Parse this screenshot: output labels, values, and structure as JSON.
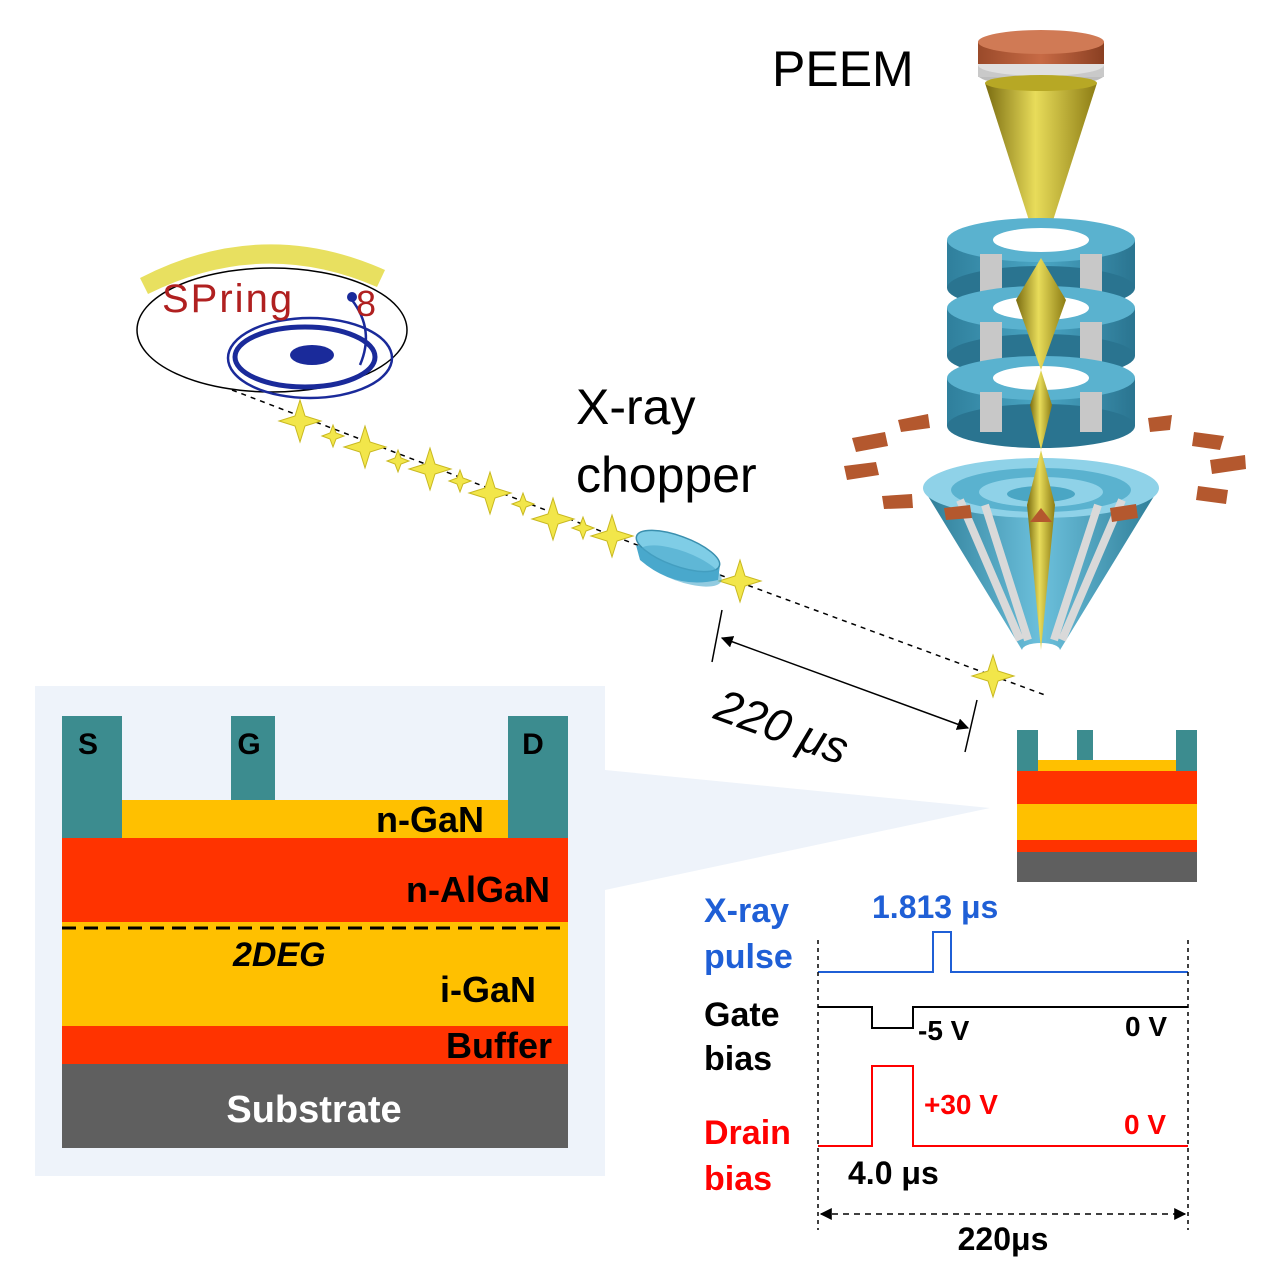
{
  "peem": {
    "label": "PEEM"
  },
  "xray_chopper": {
    "line1": "X-ray",
    "line2": "chopper"
  },
  "logo": {
    "text": "SPring",
    "number": "8"
  },
  "flight": {
    "distance": "220 μs"
  },
  "device": {
    "electrodes": {
      "source": "S",
      "gate": "G",
      "drain": "D"
    },
    "layers": {
      "n_gan": "n-GaN",
      "n_algan": "n-AlGaN",
      "two_deg": "2DEG",
      "i_gan": "i-GaN",
      "buffer": "Buffer",
      "substrate": "Substrate"
    }
  },
  "timing": {
    "xray_label_1": "X-ray",
    "xray_label_2": "pulse",
    "xray_width": "1.813 μs",
    "gate_label_1": "Gate",
    "gate_label_2": "bias",
    "gate_low": "-5 V",
    "gate_zero": "0 V",
    "drain_label_1": "Drain",
    "drain_label_2": "bias",
    "drain_high": "+30 V",
    "drain_zero": "0 V",
    "drain_width": "4.0 μs",
    "period": "220μs"
  },
  "colors": {
    "electrode": "#3c8c8f",
    "n_gan": "#ffc000",
    "algan": "#ff3300",
    "substrate": "#5f5f5f",
    "inset_bg": "#eef3fa",
    "xray_pulse": "#1f5fd6",
    "drain_bias": "#ff0000",
    "cone_gold": "#c7b62a",
    "lens_blue": "#3a8fae",
    "sparkle": "#f2e64a"
  }
}
